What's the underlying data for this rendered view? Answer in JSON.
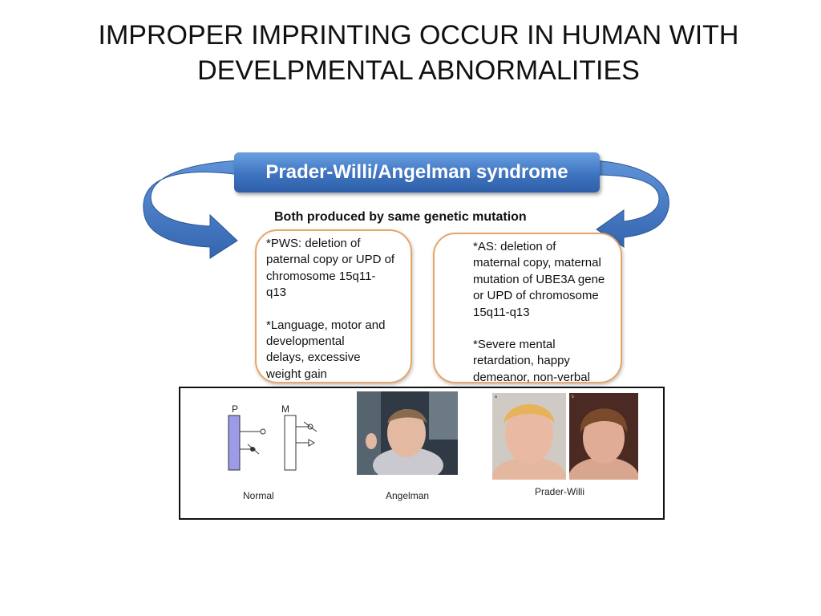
{
  "slide": {
    "title_line1": "IMPROPER  IMPRINTING OCCUR IN HUMAN WITH",
    "title_line2": "DEVELPMENTAL ABNORMALITIES"
  },
  "diagram": {
    "banner": "Prader-Willi/Angelman syndrome",
    "subhead": "Both produced by same genetic mutation",
    "pws_box": {
      "para1": [
        "*PWS: deletion of",
        "paternal copy or UPD of",
        "chromosome 15q11-",
        "q13"
      ],
      "para2": [
        "*Language, motor and",
        "developmental",
        "delays, excessive",
        "weight gain"
      ]
    },
    "as_box": {
      "para1": [
        "*AS: deletion of",
        "maternal copy, maternal",
        "mutation of UBE3A gene",
        "or UPD of chromosome",
        "15q11-q13"
      ],
      "para2": [
        "*Severe mental",
        "retardation, happy",
        "demeanor, non-verbal"
      ]
    },
    "accent_color": "#3f74c0",
    "box_border_color": "#e6a766",
    "figure": {
      "chromosome_labels": {
        "paternal": "P",
        "maternal": "M"
      },
      "captions": {
        "normal": "Normal",
        "angelman": "Angelman",
        "prader_willi": "Prader-Willi"
      },
      "photo_labels": [
        "a",
        "b"
      ]
    }
  }
}
